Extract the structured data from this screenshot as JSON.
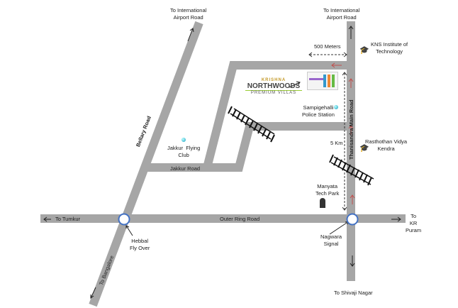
{
  "labels": {
    "airport_left": "To International\nAirport Road",
    "airport_right": "To International\nAirport Road",
    "distance_500": "500 Meters",
    "kns": "KNS Institute of\nTechnology",
    "police": "Sampigehalli\nPolice Station",
    "distance_5km": "5 Km",
    "rasthothan": "Rasthothan Vidya\nKendra",
    "jakkur_club": "Jakkur  Flying\nClub",
    "manyata": "Manyata\nTech Park",
    "tumkur": "To Tumkur",
    "kr_puram": "To\nKR\nPuram",
    "hebbal": "Hebbal\nFly Over",
    "nagwara": "Nagwara\nSignal",
    "shivaji": "To Shivaji  Nagar"
  },
  "roads": {
    "bellary": "Bellary Road",
    "jakkur": "Jakkur Road",
    "outer_ring": "Outer  Ring  Road",
    "thanisandra": "Thanisandra  Main  Road",
    "bangalore": "To  Bangalore"
  },
  "logo": {
    "brand": "KRISHNA",
    "name": "NORTHWOODS",
    "tagline": "PREMIUM VILLAS"
  },
  "colors": {
    "road": "#a6a6a6",
    "circle": "#4472c4",
    "direction_arrow": "#c0504d"
  }
}
